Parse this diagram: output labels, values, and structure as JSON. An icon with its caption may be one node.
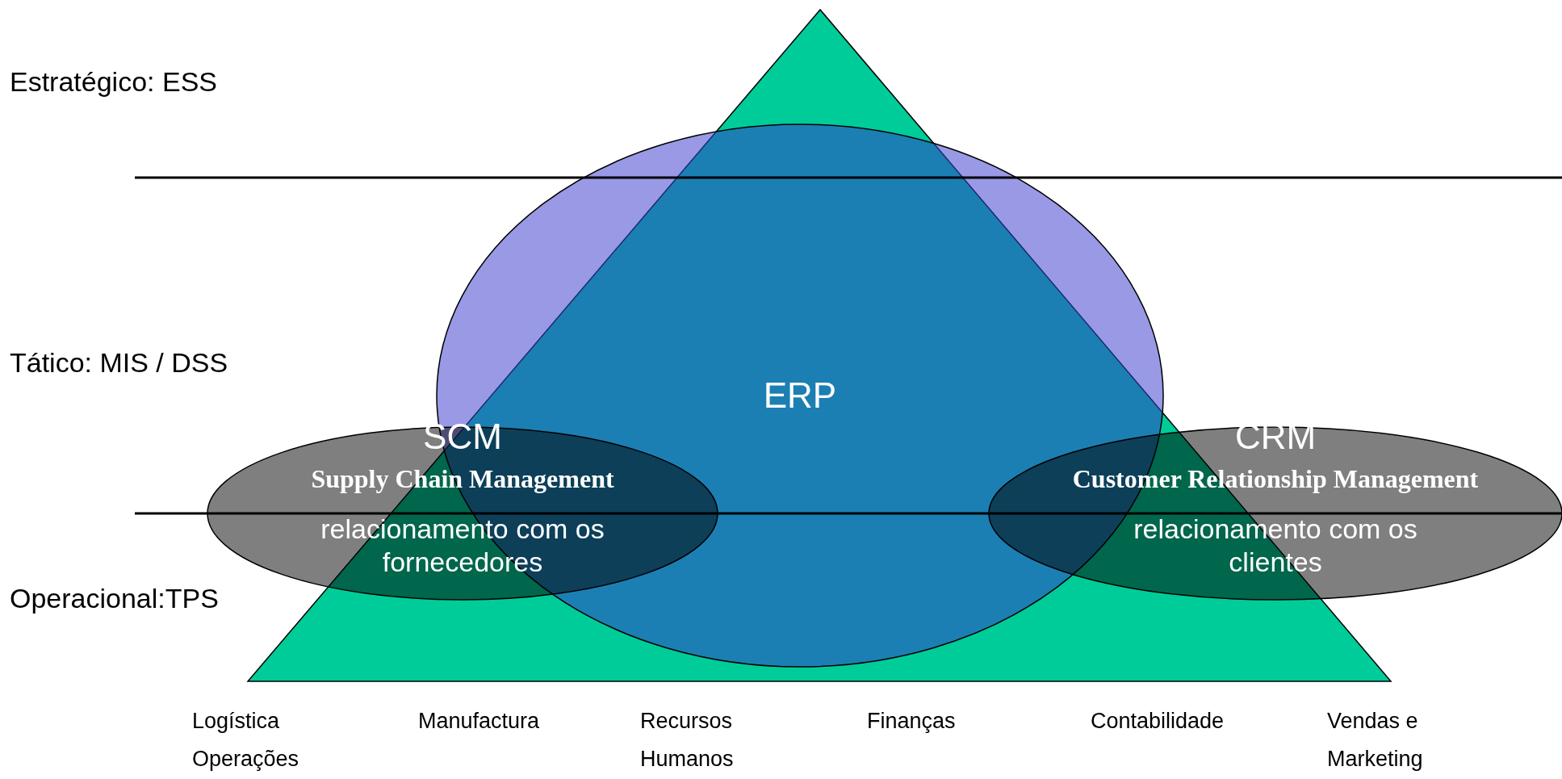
{
  "diagram": {
    "nodes": [
      {
        "text": [
          "ERP"
        ]
      },
      {
        "text": [
          "SCM",
          "Supply Chain Management",
          "relacionamento com os fornecedores"
        ]
      },
      {
        "text": [
          "CRM",
          "Customer Relationship Management",
          "relacionamento com os clientes"
        ]
      }
    ],
    "labels": [
      "Estratégico: ESS",
      "Tático: MIS / DSS",
      "Operacional:TPS",
      "Logística Operações",
      "Manufactura",
      "Recursos Humanos",
      "Finanças",
      "Contabilidade",
      "Vendas e Marketing"
    ]
  }
}
